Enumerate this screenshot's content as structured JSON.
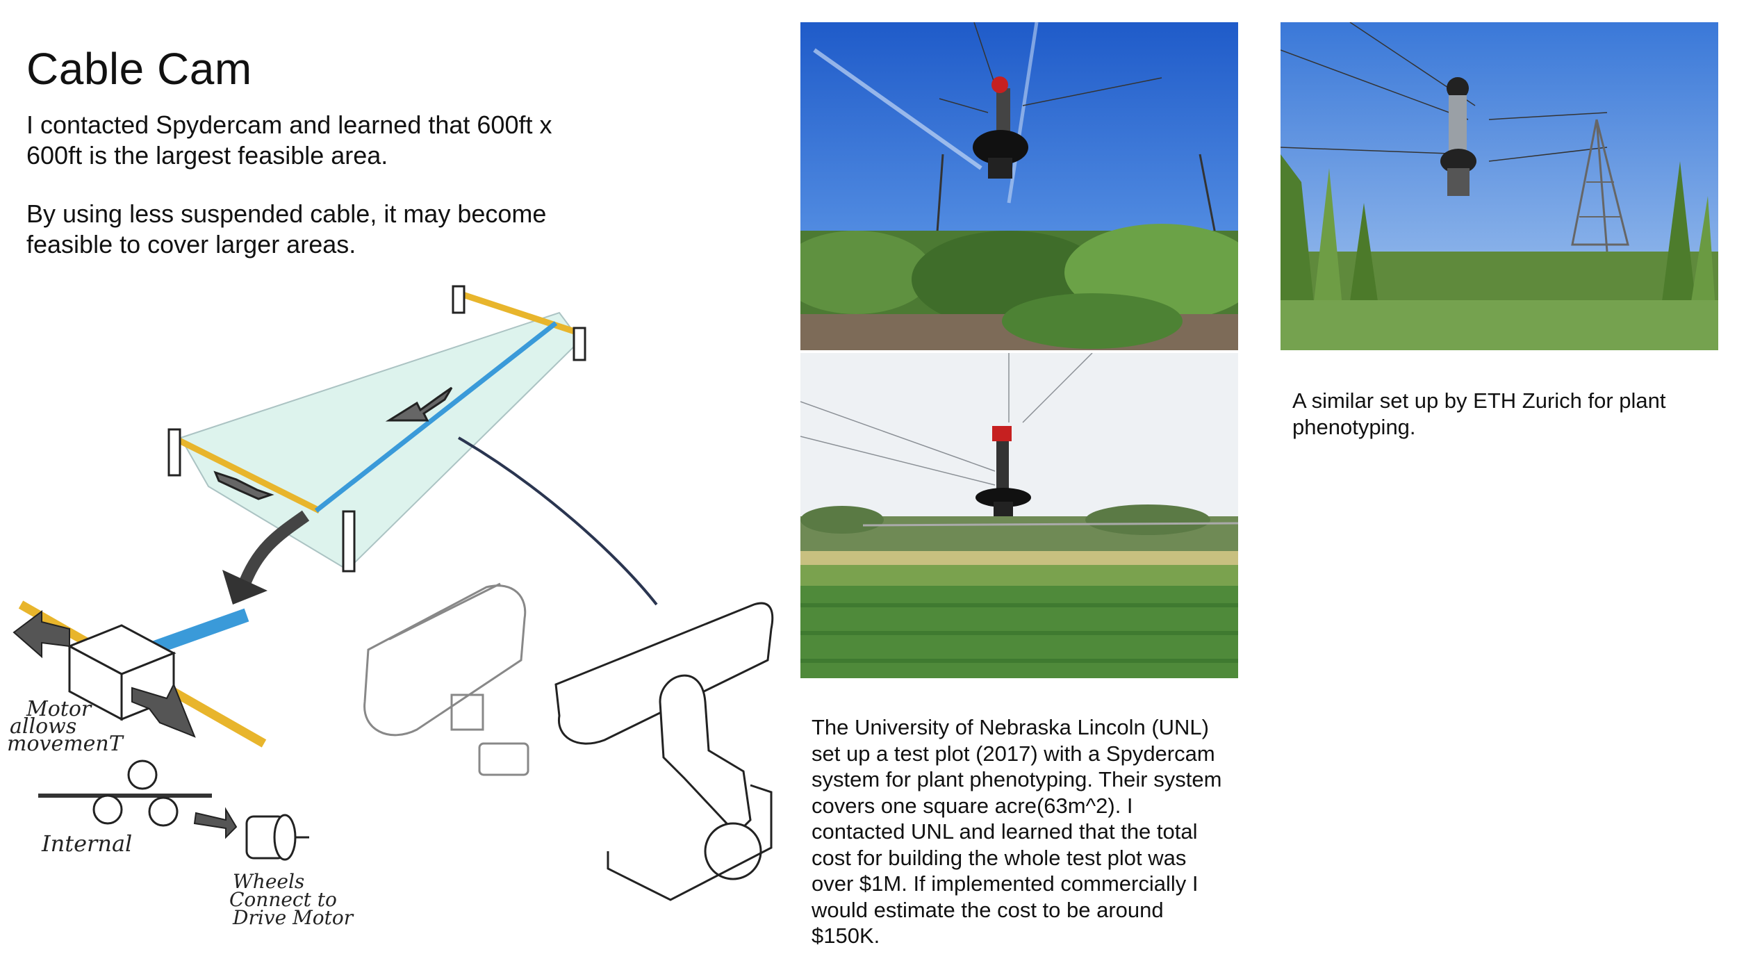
{
  "slide": {
    "title": "Cable Cam",
    "intro_paragraph_1": "I contacted Spydercam and learned that 600ft x 600ft is the largest feasible area.",
    "intro_paragraph_2": "By using less suspended cable, it may become feasible to cover larger areas."
  },
  "sketch": {
    "label_motor": [
      "Motor",
      "allows",
      "movemenT"
    ],
    "label_internal": "Internal",
    "label_wheels": [
      "Wheels",
      "Connect to",
      "Drive Motor"
    ]
  },
  "photos": {
    "unl_top": {
      "icon": "cable-cam-over-soybean-photo"
    },
    "unl_bottom": {
      "icon": "cable-cam-over-corn-field-photo"
    },
    "eth": {
      "icon": "eth-zurich-cable-cam-wheat-photo"
    }
  },
  "captions": {
    "unl": "The University of Nebraska Lincoln (UNL) set up a test plot (2017) with a Spydercam system for plant phenotyping. Their system covers one square acre(63m^2). I contacted UNL and learned that the total cost for building the whole test plot was over $1M. If implemented commercially I would estimate the cost to be around $150K.",
    "eth": "A similar set up by ETH Zurich for plant phenotyping."
  },
  "colors": {
    "cable_yellow": "#e8b52c",
    "cable_blue": "#3a9ad9",
    "field_tint": "#cfeee6",
    "sky_blue": "#2f6fd6"
  }
}
